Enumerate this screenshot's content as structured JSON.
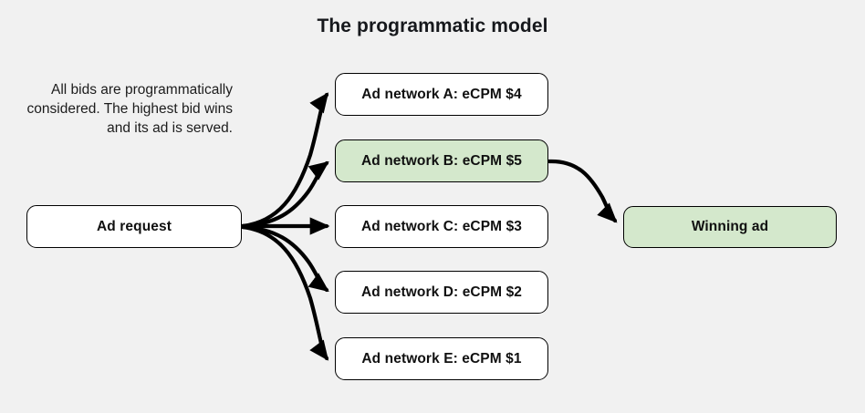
{
  "title": "The programmatic model",
  "caption": "All bids are programmatically considered. The highest bid wins and its ad is served.",
  "colors": {
    "background": "#f1f1f1",
    "node_fill": "#ffffff",
    "highlight_fill": "#d4e8cc",
    "stroke": "#000000",
    "text": "#101010"
  },
  "nodes": {
    "ad_request": {
      "label": "Ad request",
      "highlighted": false
    },
    "network_a": {
      "label": "Ad network A: eCPM $4",
      "highlighted": false
    },
    "network_b": {
      "label": "Ad network B: eCPM $5",
      "highlighted": true
    },
    "network_c": {
      "label": "Ad network C: eCPM $3",
      "highlighted": false
    },
    "network_d": {
      "label": "Ad network D: eCPM $2",
      "highlighted": false
    },
    "network_e": {
      "label": "Ad network E: eCPM $1",
      "highlighted": false
    },
    "winning_ad": {
      "label": "Winning ad",
      "highlighted": true
    }
  },
  "edges": [
    {
      "from": "ad_request",
      "to": "network_a",
      "style": "curved"
    },
    {
      "from": "ad_request",
      "to": "network_b",
      "style": "curved"
    },
    {
      "from": "ad_request",
      "to": "network_c",
      "style": "straight"
    },
    {
      "from": "ad_request",
      "to": "network_d",
      "style": "curved"
    },
    {
      "from": "ad_request",
      "to": "network_e",
      "style": "curved"
    },
    {
      "from": "network_b",
      "to": "winning_ad",
      "style": "curved"
    }
  ]
}
